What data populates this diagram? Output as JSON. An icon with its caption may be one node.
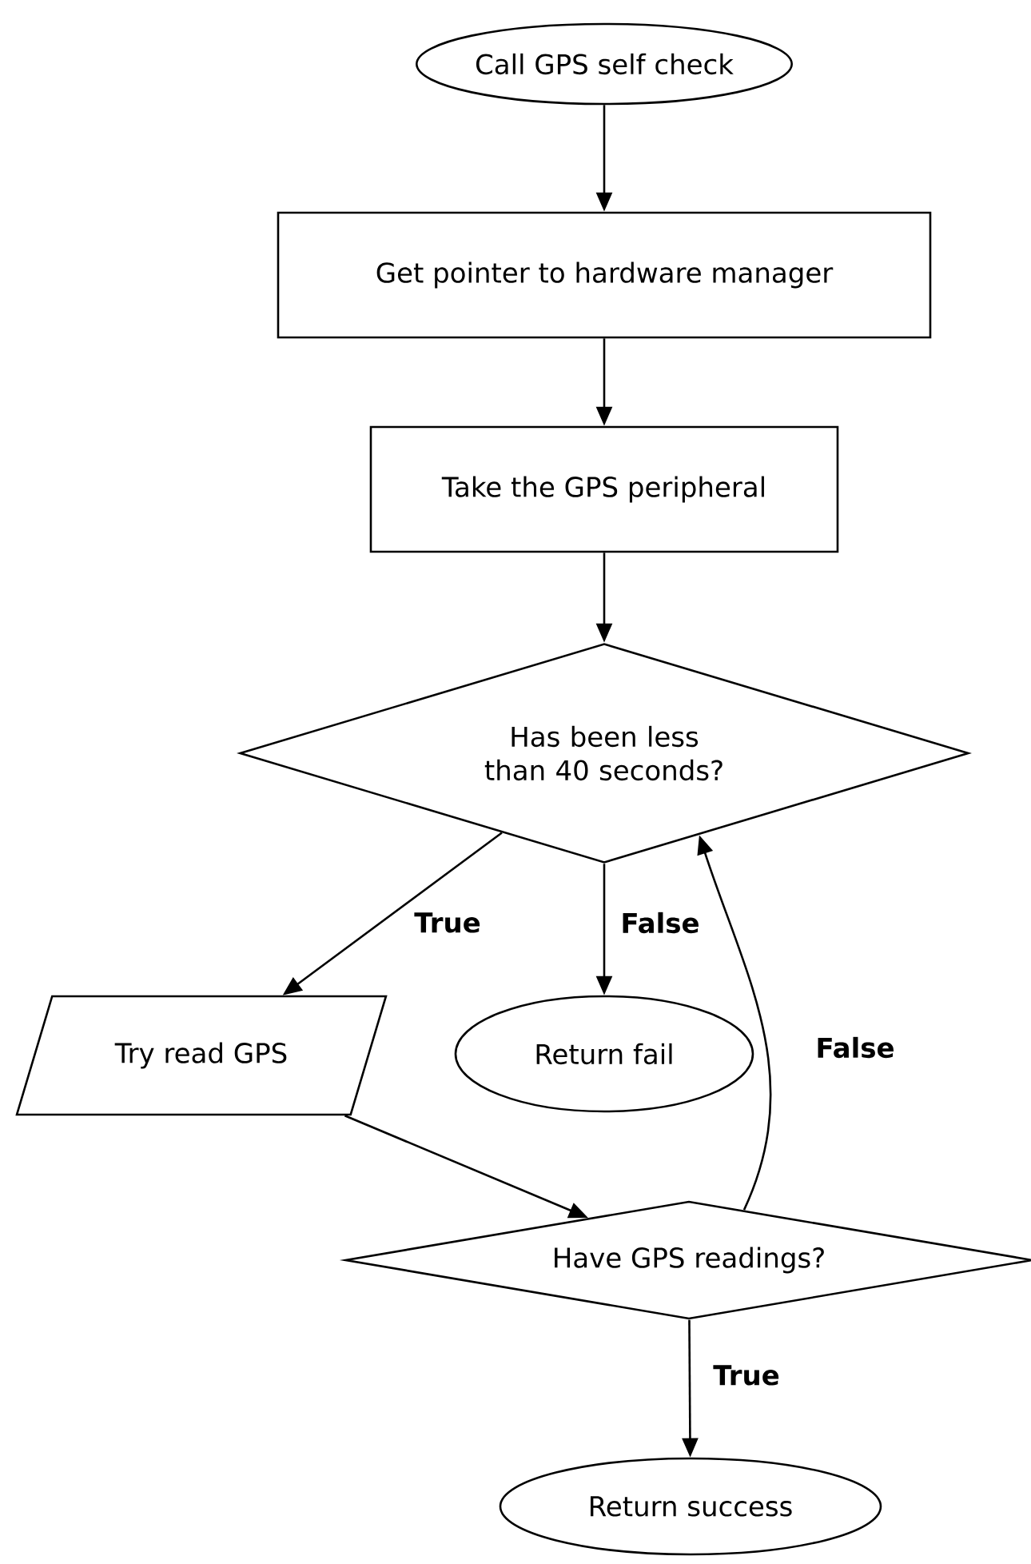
{
  "diagram": {
    "nodes": [
      {
        "text": [
          "Call GPS self check"
        ]
      },
      {
        "text": [
          "Get pointer to hardware manager"
        ]
      },
      {
        "text": [
          "Take the GPS peripheral"
        ]
      },
      {
        "text": [
          "Has been less than 40 seconds?"
        ]
      },
      {
        "text": [
          "Try read GPS"
        ]
      },
      {
        "text": [
          "Return fail"
        ]
      },
      {
        "text": [
          "Have GPS readings?"
        ]
      },
      {
        "text": [
          "Return success"
        ]
      }
    ],
    "edges": [
      {
        "from": 0,
        "to": 1,
        "arrow": "to"
      },
      {
        "from": 1,
        "to": 2,
        "arrow": "to"
      },
      {
        "from": 2,
        "to": 3,
        "arrow": "to"
      },
      {
        "from": 3,
        "to": 4,
        "arrow": "to",
        "label": "True"
      },
      {
        "from": 3,
        "to": 5,
        "arrow": "to",
        "label": "False"
      },
      {
        "from": 4,
        "to": 6,
        "arrow": "to"
      },
      {
        "from": 6,
        "to": 3,
        "arrow": "to",
        "label": "False"
      },
      {
        "from": 6,
        "to": 7,
        "arrow": "to",
        "label": "True"
      }
    ]
  }
}
